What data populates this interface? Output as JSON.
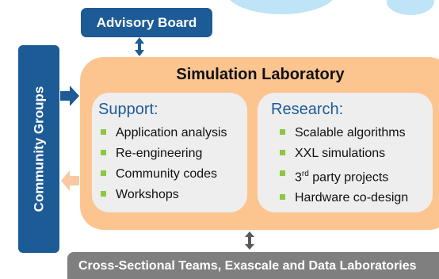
{
  "advisory_board": {
    "label": "Advisory Board"
  },
  "community_groups": {
    "label": "Community Groups"
  },
  "simulation_laboratory": {
    "title": "Simulation Laboratory"
  },
  "support": {
    "heading": "Support:",
    "items": [
      "Application analysis",
      "Re-engineering",
      "Community codes",
      "Workshops"
    ]
  },
  "research": {
    "heading": "Research:",
    "items": [
      "Scalable algorithms",
      "XXL simulations",
      "party projects",
      "Hardware co-design"
    ],
    "superscript_prefix": {
      "number": "3",
      "suffix": "rd"
    }
  },
  "cross_sectional": {
    "label": "Cross-Sectional Teams, Exascale and Data Laboratories"
  },
  "colors": {
    "dark_blue": "#1d5b96",
    "orange": "#fcc590",
    "light_orange_arrow": "#f8c9a3",
    "panel_gray": "#eeeeee",
    "bullet_green": "#8dc63f",
    "bottom_gray": "#7f7f7f",
    "sky_blue": "#bfe3f7",
    "arrow_gray": "#595959"
  }
}
